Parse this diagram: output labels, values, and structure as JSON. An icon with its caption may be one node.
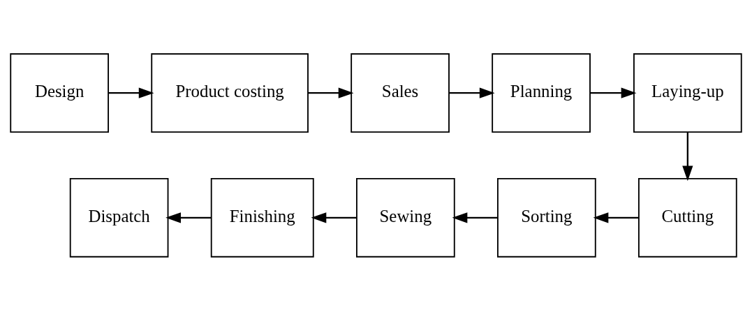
{
  "diagram": {
    "nodes": [
      {
        "text": [
          "Design"
        ]
      },
      {
        "text": [
          "Product costing"
        ]
      },
      {
        "text": [
          "Sales"
        ]
      },
      {
        "text": [
          "Planning"
        ]
      },
      {
        "text": [
          "Laying-up"
        ]
      },
      {
        "text": [
          "Cutting"
        ]
      },
      {
        "text": [
          "Sorting"
        ]
      },
      {
        "text": [
          "Sewing"
        ]
      },
      {
        "text": [
          "Finishing"
        ]
      },
      {
        "text": [
          "Dispatch"
        ]
      }
    ],
    "edges": [
      {
        "from": 0,
        "to": 1,
        "arrow": "to"
      },
      {
        "from": 1,
        "to": 2,
        "arrow": "to"
      },
      {
        "from": 2,
        "to": 3,
        "arrow": "to"
      },
      {
        "from": 3,
        "to": 4,
        "arrow": "to"
      },
      {
        "from": 4,
        "to": 5,
        "arrow": "to"
      },
      {
        "from": 5,
        "to": 6,
        "arrow": "to"
      },
      {
        "from": 6,
        "to": 7,
        "arrow": "to"
      },
      {
        "from": 7,
        "to": 8,
        "arrow": "to"
      },
      {
        "from": 8,
        "to": 9,
        "arrow": "to"
      }
    ]
  }
}
